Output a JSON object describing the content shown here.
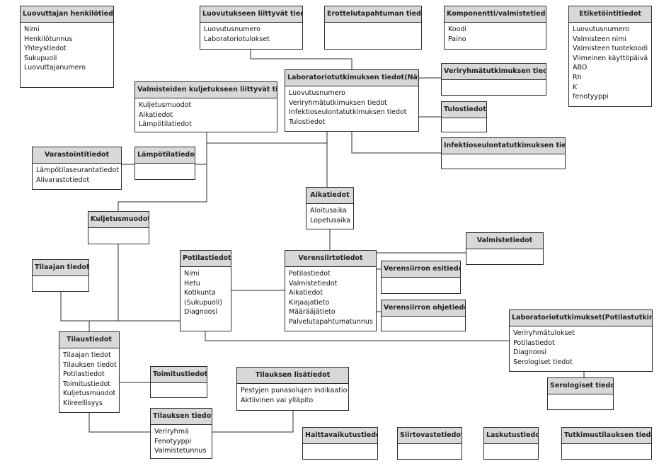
{
  "colors": {
    "header_fill": "#d8d8d8",
    "body_fill": "#ffffff",
    "line": "#2b2b2b"
  },
  "entities": {
    "luovuttaja": {
      "title": "Luovuttajan henkilötiedot",
      "attributes": [
        "Nimi",
        "Henkilötunnus",
        "Yhteystiedot",
        "Sukupuoli",
        "Luovuttajanumero"
      ]
    },
    "luovutus": {
      "title": "Luovutukseen liittyvät tiedot",
      "attributes": [
        "Luovutusnumero",
        "Laboratoriotulokset"
      ]
    },
    "erottelu": {
      "title": "Erottelutapahtuman tiedot",
      "attributes": []
    },
    "komponentti": {
      "title": "Komponentti/valmistetiedot",
      "attributes": [
        "Koodi",
        "Paino"
      ]
    },
    "etiketti": {
      "title": "Etiketöintitiedot",
      "attributes": [
        "Luovutusnumero",
        "Valmisteen nimi",
        "Valmisteen tuotekoodi",
        "Viimeinen käyttöpäivä",
        "ABO",
        "Rh",
        "K",
        "fenotyyppi"
      ]
    },
    "labNayte": {
      "title": "Laboratoriotutkimuksen tiedot(Näyte)",
      "attributes": [
        "Luovutusnumero",
        "Veriryhmätutkimuksen tiedot",
        "Infektioseulontatutkimuksen tiedot",
        "Tulostiedot"
      ]
    },
    "veriryhmatutk": {
      "title": "Veriryhmätutkimuksen tiedot",
      "attributes": []
    },
    "tulostiedot": {
      "title": "Tulostiedot",
      "attributes": []
    },
    "infektio": {
      "title": "Infektioseulontatutkimuksen tiedot",
      "attributes": []
    },
    "kuljetus": {
      "title": "Valmisteiden kuljetukseen liittyvät tiedot",
      "attributes": [
        "Kuljetusmuodot",
        "Aikatiedot",
        "Lämpötilatiedot"
      ]
    },
    "varastointi": {
      "title": "Varastointitiedot",
      "attributes": [
        "Lämpötilaseurantatiedot",
        "Alivarastotiedot"
      ]
    },
    "lampotila": {
      "title": "Lämpötilatiedot",
      "attributes": []
    },
    "aikatiedot": {
      "title": "Aikatiedot",
      "attributes": [
        "Aloitusaika",
        "Lopetusaika"
      ]
    },
    "kuljetusmuodot": {
      "title": "Kuljetusmuodot",
      "attributes": []
    },
    "valmistetiedot": {
      "title": "Valmistetiedot",
      "attributes": []
    },
    "tilaaja": {
      "title": "Tilaajan tiedot",
      "attributes": []
    },
    "potilas": {
      "title": "Potilastiedot",
      "attributes": [
        "Nimi",
        "Hetu",
        "Kotikunta",
        "(Sukupuoli)",
        "Diagnoosi"
      ]
    },
    "verensiirto": {
      "title": "Verensiirtotiedot",
      "attributes": [
        "Potilastiedot",
        "Valmistetiedot",
        "Aikatiedot",
        "Kirjaajatieto",
        "Määrääjätieto",
        "Palvelutapahtumatunnus"
      ]
    },
    "esitiedot": {
      "title": "Verensiirron esitiedot",
      "attributes": []
    },
    "ohjetiedot": {
      "title": "Verensiirron ohjetiedot",
      "attributes": []
    },
    "labPotilas": {
      "title": "Laboratoriotutkimukset(Potilastutkimus)",
      "attributes": [
        "Veriryhmätulokset",
        "Potilastiedot",
        "Diagnoosi",
        "Serologiset tiedot"
      ]
    },
    "tilaus": {
      "title": "Tilaustiedot",
      "attributes": [
        "Tilaajan tiedot",
        "Tilauksen tiedot",
        "Potilastiedot",
        "Toimitustiedot",
        "Kuljetusmuodot",
        "Kiireellisyys"
      ]
    },
    "toimitus": {
      "title": "Toimitustiedot",
      "attributes": []
    },
    "lisatiedot": {
      "title": "Tilauksen lisätiedot",
      "attributes": [
        "Pestyjen punasolujen indikaatio",
        "Aktiivinen vai ylläpito"
      ]
    },
    "serologiset": {
      "title": "Serologiset tiedot",
      "attributes": []
    },
    "tilauksenTiedot": {
      "title": "Tilauksen tiedot",
      "attributes": [
        "Veriryhmä",
        "Fenotyyppi",
        "Valmistetunnus"
      ]
    },
    "haitta": {
      "title": "Haittavaikutustiedot",
      "attributes": []
    },
    "siirtovaste": {
      "title": "Siirtovastetiedot",
      "attributes": []
    },
    "laskutus": {
      "title": "Laskutustiedot",
      "attributes": []
    },
    "tutkimustilaus": {
      "title": "Tutkimustilauksen tiedot",
      "attributes": []
    }
  }
}
